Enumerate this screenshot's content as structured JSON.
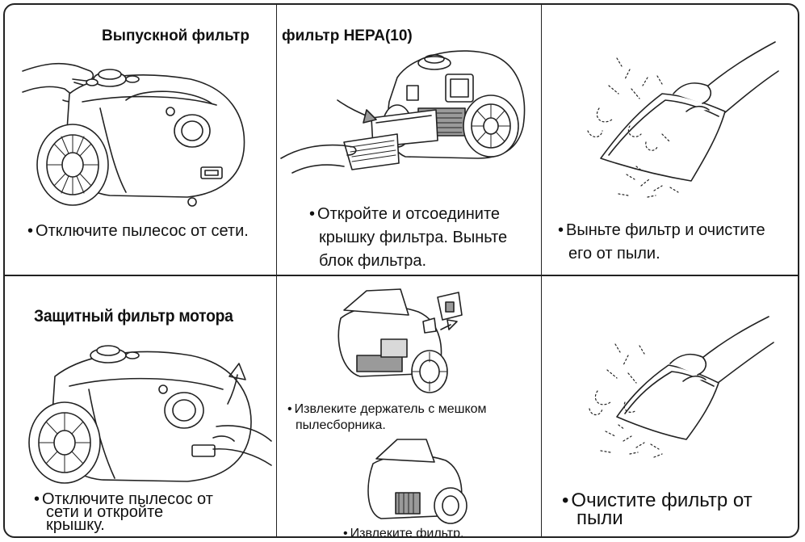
{
  "panels": {
    "p1": {
      "heading": "Выпускной фильтр",
      "caption": "Отключите пылесос от сети."
    },
    "p2": {
      "heading": "фильтр HEPA(10)",
      "caption": [
        "Откройте и отсоедините",
        "крышку фильтра. Выньте",
        "блок фильтра."
      ]
    },
    "p3": {
      "caption": [
        "Выньте фильтр и очистите",
        "его от пыли."
      ]
    },
    "p4": {
      "heading": "Защитный фильтр мотора",
      "caption": [
        "Отключите пылесос от",
        "сети и откройте",
        "крышку."
      ]
    },
    "p5": {
      "caption_top": [
        "Извлеките держатель с мешком",
        "пылесборника."
      ],
      "caption_bottom": "Извлеките фильтр."
    },
    "p6": {
      "caption": [
        "Очистите фильтр от",
        "пыли"
      ]
    }
  },
  "illustrations": {
    "p1": "vacuum-cleaner-with-hand-on-button",
    "p2": "vacuum-rear-hepa-filter-removal",
    "p3": "hand-shaking-dust-from-filter",
    "p4": "vacuum-cleaner-opening-lid",
    "p5a": "vacuum-open-bag-holder-removal",
    "p5b": "vacuum-open-filter-removal",
    "p6": "hand-shaking-dust-from-filter"
  }
}
